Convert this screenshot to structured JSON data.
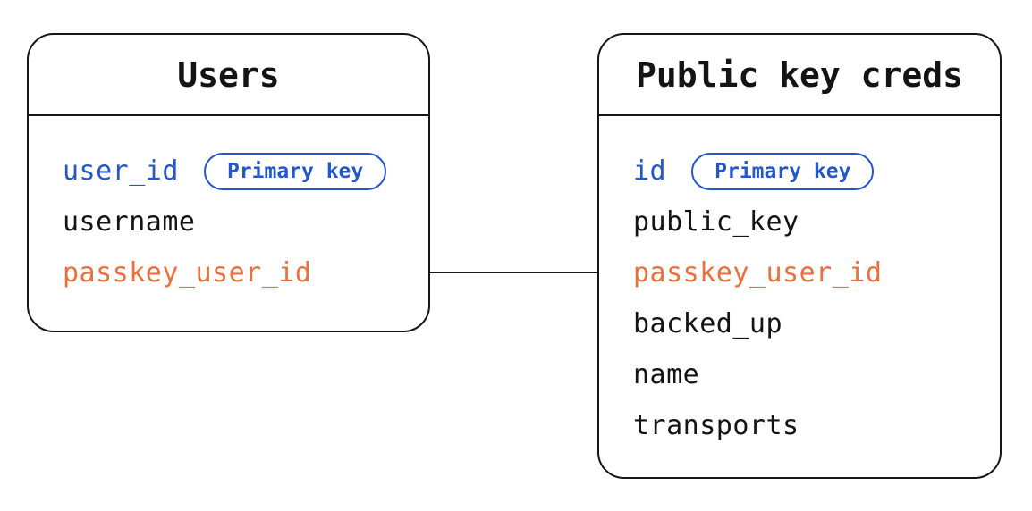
{
  "diagram": {
    "kind": "entity-relationship",
    "colors": {
      "primary_key_blue": "#2457c8",
      "foreign_key_orange": "#ed703c",
      "line_black": "#161616",
      "background": "#ffffff"
    },
    "tables": [
      {
        "title": "Users",
        "fields": [
          {
            "name": "user_id",
            "role": "primary",
            "badge": "Primary key"
          },
          {
            "name": "username",
            "role": "normal"
          },
          {
            "name": "passkey_user_id",
            "role": "foreign"
          }
        ]
      },
      {
        "title": "Public key creds",
        "fields": [
          {
            "name": "id",
            "role": "primary",
            "badge": "Primary key"
          },
          {
            "name": "public_key",
            "role": "normal"
          },
          {
            "name": "passkey_user_id",
            "role": "foreign"
          },
          {
            "name": "backed_up",
            "role": "normal"
          },
          {
            "name": "name",
            "role": "normal"
          },
          {
            "name": "transports",
            "role": "normal"
          }
        ]
      }
    ],
    "relationship": {
      "connects": "Users.passkey_user_id — Public key creds.passkey_user_id"
    }
  }
}
